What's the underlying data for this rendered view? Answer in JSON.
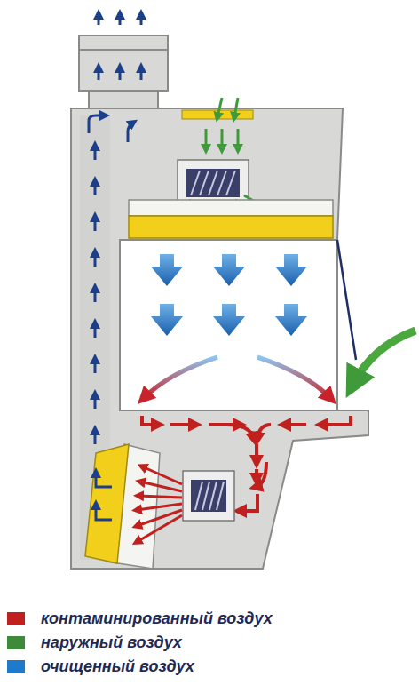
{
  "diagram": {
    "legend": [
      {
        "text": "контаминированный воздух",
        "color": "#c0201e"
      },
      {
        "text": "наружный воздух",
        "color": "#3f8a3a"
      },
      {
        "text": "очищенный воздух",
        "color": "#1f7acc"
      }
    ]
  }
}
